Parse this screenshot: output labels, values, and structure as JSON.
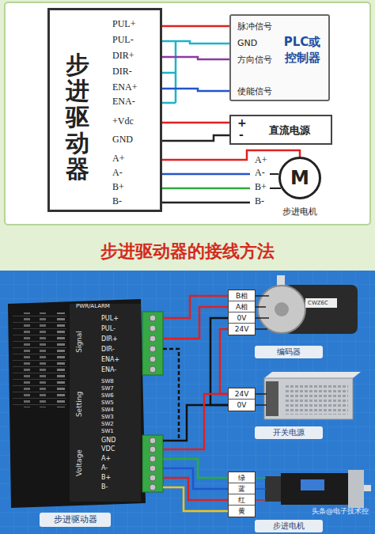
{
  "diagram": {
    "title": "步进驱动器的接线方法",
    "nodes": [
      {
        "text": [
          "步进驱动器"
        ]
      },
      {
        "text": [
          "PLC或 控制器",
          "脉冲信号",
          "GND",
          "方向信号",
          "使能信号"
        ]
      },
      {
        "text": [
          "直流电源",
          "+",
          "-"
        ]
      },
      {
        "text": [
          "M"
        ]
      },
      {
        "text": [
          "PWR/ALARM"
        ]
      },
      {
        "text": [
          "B相",
          "A相",
          "0V",
          "24V"
        ]
      },
      {
        "text": [
          "24V",
          "0V"
        ]
      },
      {
        "text": [
          "绿",
          "蓝",
          "红",
          "黄"
        ]
      }
    ],
    "edges": [
      {
        "from": 0,
        "to": 1,
        "arrow": "none"
      },
      {
        "from": 0,
        "to": 2,
        "arrow": "none"
      },
      {
        "from": 0,
        "to": 3,
        "arrow": "none"
      },
      {
        "from": 4,
        "to": 5,
        "arrow": "none"
      },
      {
        "from": 4,
        "to": 6,
        "arrow": "none"
      },
      {
        "from": 4,
        "to": 7,
        "arrow": "none"
      }
    ],
    "labels": [
      "PUL+",
      "PUL-",
      "DIR+",
      "DIR-",
      "ENA+",
      "ENA-",
      "+Vdc",
      "GND",
      "A+",
      "A-",
      "B+",
      "B-",
      "A+",
      "A-",
      "B+",
      "B-",
      "步进电机",
      "Signal",
      "PUL+",
      "PUL-",
      "DIR+",
      "DIR-",
      "ENA+",
      "ENA-",
      "Setting",
      "SW8",
      "SW7",
      "SW6",
      "SW5",
      "SW4",
      "SW3",
      "SW2",
      "SW1",
      "Voltage",
      "GND",
      "VDC",
      "A+",
      "A-",
      "B+",
      "B-",
      "步进驱动器",
      "CWZ6C",
      "编码器",
      "开关电源",
      "步进电机",
      "头条@电子技术控"
    ]
  }
}
